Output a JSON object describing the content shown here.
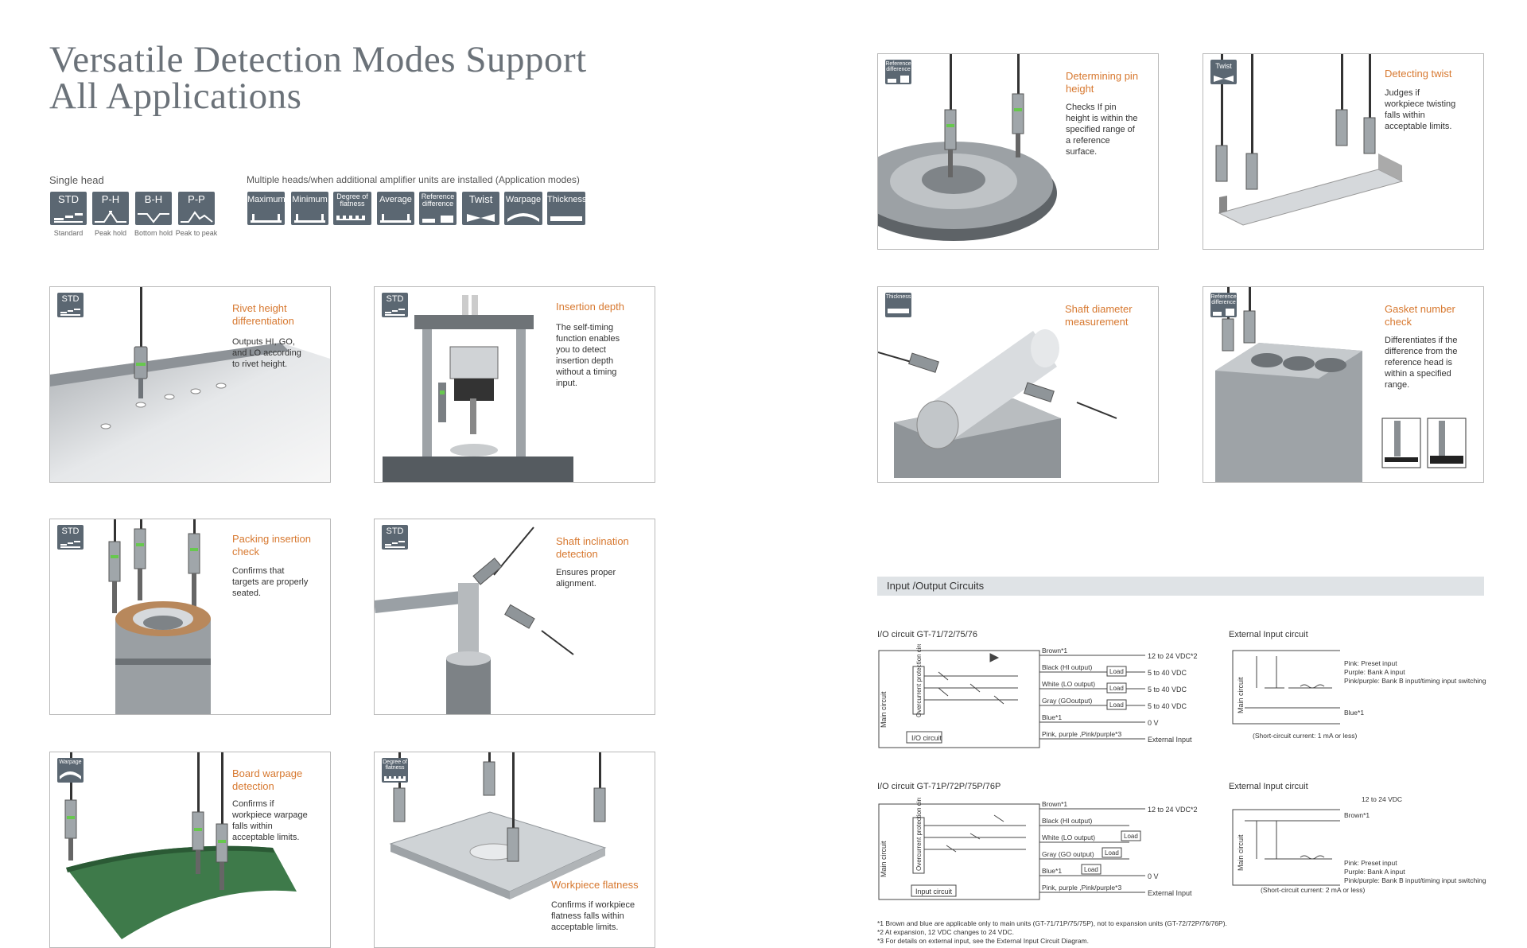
{
  "title": {
    "line1": "Versatile Detection Modes Support",
    "line2": "All Applications"
  },
  "modes": {
    "single_label": "Single head",
    "multi_label": "Multiple heads/when additional amplifier units are installed (Application modes)",
    "single": [
      {
        "label": "STD",
        "caption": "Standard"
      },
      {
        "label": "P-H",
        "caption": "Peak hold"
      },
      {
        "label": "B-H",
        "caption": "Bottom hold"
      },
      {
        "label": "P-P",
        "caption": "Peak to peak"
      }
    ],
    "multi": [
      {
        "label": "Maximum"
      },
      {
        "label": "Minimum"
      },
      {
        "label": "Degree of flatness"
      },
      {
        "label": "Average"
      },
      {
        "label": "Reference difference"
      },
      {
        "label": "Twist"
      },
      {
        "label": "Warpage"
      },
      {
        "label": "Thickness"
      }
    ]
  },
  "cards": [
    {
      "badge": "STD",
      "title_lines": [
        "Rivet height",
        "differentiation"
      ],
      "desc_lines": [
        "Outputs HI, GO,",
        "and LO according",
        "to rivet height."
      ]
    },
    {
      "badge": "STD",
      "title_lines": [
        "Insertion depth"
      ],
      "desc_lines": [
        "The self-timing",
        "function enables",
        "you to detect",
        "insertion depth",
        "without a timing",
        "input."
      ]
    },
    {
      "badge": "STD",
      "title_lines": [
        "Packing insertion",
        "check"
      ],
      "desc_lines": [
        "Confirms that",
        "targets are properly",
        "seated."
      ]
    },
    {
      "badge": "STD",
      "title_lines": [
        "Shaft inclination",
        "detection"
      ],
      "desc_lines": [
        "Ensures proper",
        "alignment."
      ]
    },
    {
      "badge": "Warpage",
      "title_lines": [
        "Board warpage",
        "detection"
      ],
      "desc_lines": [
        "Confirms if",
        "workpiece warpage",
        "falls within",
        "acceptable limits."
      ]
    },
    {
      "badge": "Degree of flatness",
      "title_lines": [
        "Workpiece flatness"
      ],
      "desc_lines": [
        "Confirms if workpiece",
        "flatness falls within",
        "acceptable limits."
      ]
    },
    {
      "badge": "Reference difference",
      "title_lines": [
        "Determining pin",
        "height"
      ],
      "desc_lines": [
        "Checks If pin",
        "height is within the",
        "specified range of",
        "a reference",
        "surface."
      ]
    },
    {
      "badge": "Twist",
      "title_lines": [
        "Detecting twist"
      ],
      "desc_lines": [
        "Judges if",
        "workpiece twisting",
        "falls within",
        "acceptable limits."
      ]
    },
    {
      "badge": "Thickness",
      "title_lines": [
        "Shaft diameter",
        "measurement"
      ],
      "desc_lines": []
    },
    {
      "badge": "Reference difference",
      "title_lines": [
        "Gasket number",
        "check"
      ],
      "desc_lines": [
        "Differentiates if the",
        "difference from the",
        "reference head is",
        "within a specified",
        "range."
      ]
    }
  ],
  "io": {
    "header": "Input /Output Circuits",
    "npn": {
      "title": "I/O circuit  GT-71/72/75/76",
      "main_circuit": "Main circuit",
      "protection": "Overcurrent protection circuit",
      "io_circuit": "I/O circuit",
      "wires": [
        "Brown*1",
        "Black (HI output)",
        "White (LO output)",
        "Gray (GOoutput)",
        "Blue*1",
        "Pink, purple ,Pink/purple*3"
      ],
      "ends": [
        "12 to 24 VDC*2",
        "5 to 40 VDC",
        "5 to 40 VDC",
        "5 to 40 VDC",
        "0 V",
        "External Input"
      ],
      "load": "Load"
    },
    "ext1": {
      "title": "External Input circuit",
      "main_circuit": "Main circuit",
      "lines": [
        "Pink: Preset input",
        "Purple:  Bank A input",
        "Pink/purple:  Bank B input/timing input switching"
      ],
      "blue": "Blue*1",
      "note": "(Short-circuit current:  1 mA or less)"
    },
    "pnp": {
      "title": "I/O circuit   GT-71P/72P/75P/76P",
      "main_circuit": "Main circuit",
      "protection": "Overcurrent protection circuit",
      "input_circuit": "Input circuit",
      "wires": [
        "Brown*1",
        "Black (HI output)",
        "White (LO output)",
        "Gray (GO output)",
        "Blue*1",
        "Pink, purple ,Pink/purple*3"
      ],
      "ends": [
        "12 to 24 VDC*2",
        "0 V",
        "External Input"
      ],
      "load": "Load"
    },
    "ext2": {
      "title": "External Input circuit",
      "main_circuit": "Main circuit",
      "supply": "12 to 24 VDC",
      "brown": "Brown*1",
      "lines": [
        "Pink: Preset input",
        "Purple:  Bank A input",
        "Pink/purple:  Bank B input/timing input switching"
      ],
      "note": "(Short-circuit current:  2 mA or less)"
    },
    "footnotes": [
      "*1 Brown and blue are applicable only to main units (GT-71/71P/75/75P), not to expansion units (GT-72/72P/76/76P).",
      "*2 At expansion, 12 VDC changes to 24 VDC.",
      "*3 For details on external input, see the External Input Circuit Diagram."
    ]
  },
  "colors": {
    "badge": "#5b6772",
    "accent": "#d7782f",
    "bar": "#dfe3e6",
    "text": "#333333"
  }
}
